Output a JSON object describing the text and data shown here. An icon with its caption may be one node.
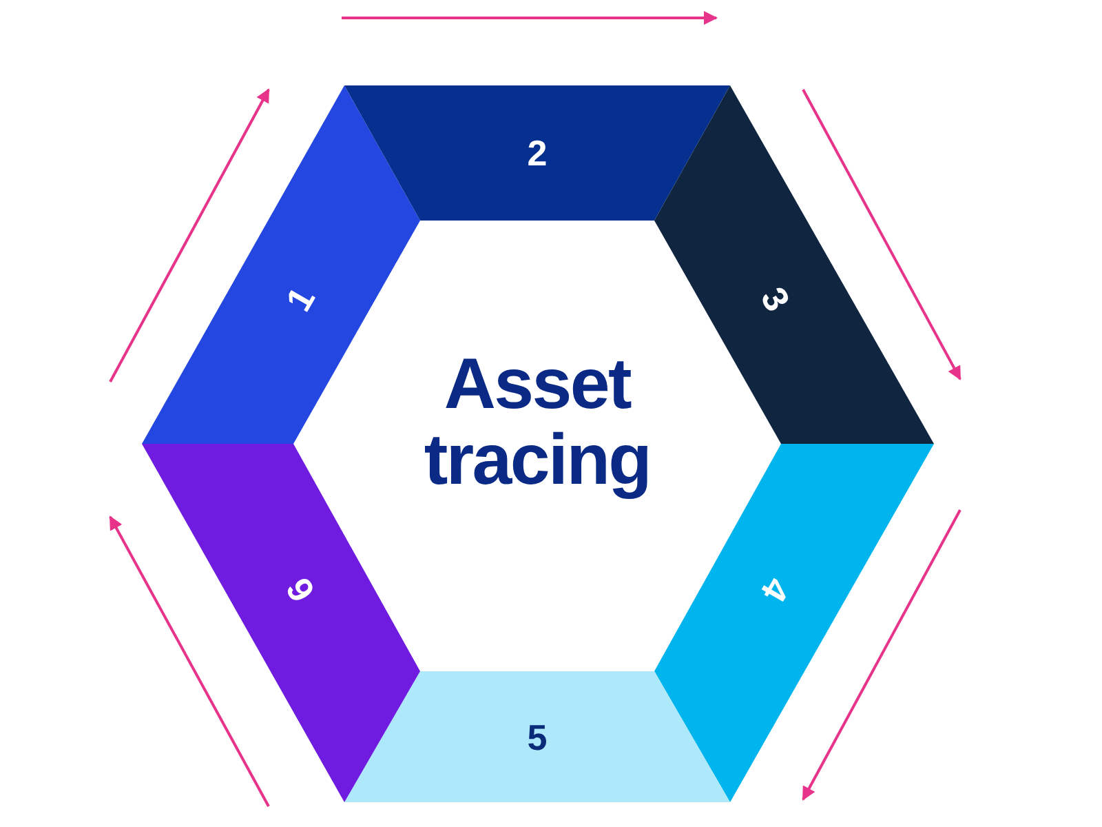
{
  "diagram": {
    "title": "Asset tracing",
    "nodes": [
      {
        "text": [
          "1"
        ]
      },
      {
        "text": [
          "2"
        ]
      },
      {
        "text": [
          "3"
        ]
      },
      {
        "text": [
          "4"
        ]
      },
      {
        "text": [
          "5"
        ]
      },
      {
        "text": [
          "6"
        ]
      }
    ]
  }
}
